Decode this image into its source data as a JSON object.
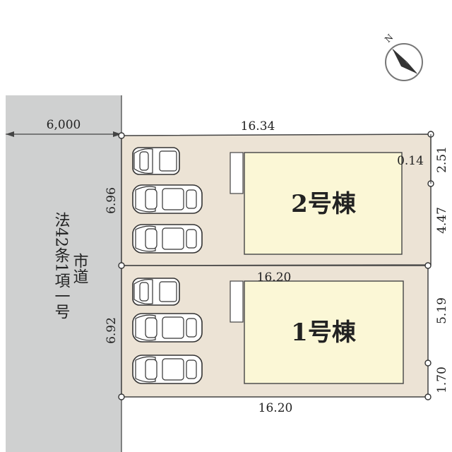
{
  "road": {
    "width_label": "6,000",
    "label_line1": "法42条1項一号",
    "label_line2": "市道"
  },
  "dimensions": {
    "top_width": "16.34",
    "middle_width": "16.20",
    "bottom_width": "16.20",
    "lot2_frontage": "6.96",
    "lot1_frontage": "6.92",
    "right_top": "2.51",
    "right_offset": "0.14",
    "right_lot2": "4.47",
    "right_lot1": "5.19",
    "right_bottom": "1.70"
  },
  "buildings": {
    "lot2": "2号棟",
    "lot1": "1号棟"
  },
  "colors": {
    "road": "#cfd0d0",
    "lot": "#ece3d5",
    "building": "#fbf7d6"
  },
  "icons": {
    "compass": "north-arrow-icon",
    "car": "car-icon"
  }
}
